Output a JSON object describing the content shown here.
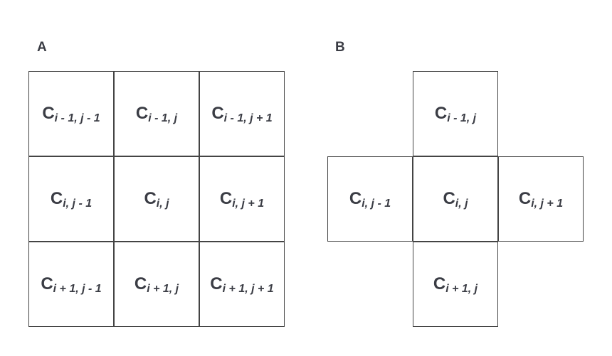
{
  "panels": [
    {
      "label": "A",
      "cells": [
        {
          "main": "C",
          "sub": "i - 1, j - 1"
        },
        {
          "main": "C",
          "sub": "i - 1, j"
        },
        {
          "main": "C",
          "sub": "i - 1, j + 1"
        },
        {
          "main": "C",
          "sub": "i, j - 1"
        },
        {
          "main": "C",
          "sub": "i, j"
        },
        {
          "main": "C",
          "sub": "i, j + 1"
        },
        {
          "main": "C",
          "sub": "i + 1, j - 1"
        },
        {
          "main": "C",
          "sub": "i + 1, j"
        },
        {
          "main": "C",
          "sub": "i + 1, j + 1"
        }
      ]
    },
    {
      "label": "B",
      "cells": [
        {
          "main": "C",
          "sub": "i - 1, j"
        },
        {
          "main": "C",
          "sub": "i, j - 1"
        },
        {
          "main": "C",
          "sub": "i, j"
        },
        {
          "main": "C",
          "sub": "i, j + 1"
        },
        {
          "main": "C",
          "sub": "i + 1, j"
        }
      ]
    }
  ]
}
